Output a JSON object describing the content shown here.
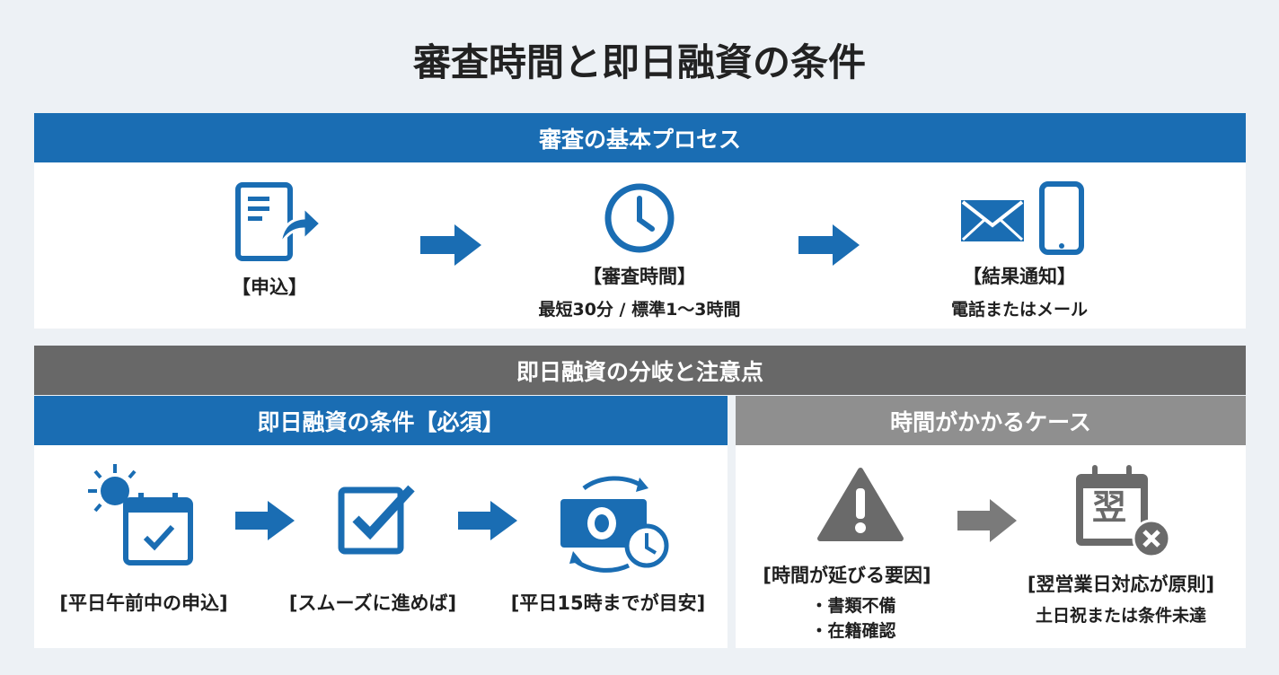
{
  "title": "審査時間と即日融資の条件",
  "process": {
    "header": "審査の基本プロセス",
    "steps": [
      {
        "icon": "document-send-icon",
        "label": "【申込】"
      },
      {
        "icon": "clock-icon",
        "label": "【審査時間】",
        "detail": "最短30分 / 標準1〜3時間"
      },
      {
        "icon": "mail-phone-icon",
        "label": "【結果通知】",
        "detail": "電話またはメール"
      }
    ]
  },
  "branch": {
    "header": "即日融資の分岐と注意点",
    "conditions": {
      "header": "即日融資の条件【必須】",
      "steps": [
        {
          "icon": "sun-calendar-icon",
          "label": "[平日午前中の申込]"
        },
        {
          "icon": "checkbox-icon",
          "label": "[スムーズに進めば]"
        },
        {
          "icon": "money-clock-icon",
          "label": "[平日15時までが目安]"
        }
      ]
    },
    "delays": {
      "header": "時間がかかるケース",
      "cause": {
        "label": "[時間が延びる要因]",
        "items": [
          "・書類不備",
          "・在籍確認"
        ]
      },
      "result": {
        "label": "[翌営業日対応が原則]",
        "detail": "土日祝または条件未達",
        "calendar_glyph": "翌"
      }
    }
  },
  "colors": {
    "blue": "#1a6db3",
    "gray": "#686868",
    "light_gray": "#8f8f8f"
  }
}
